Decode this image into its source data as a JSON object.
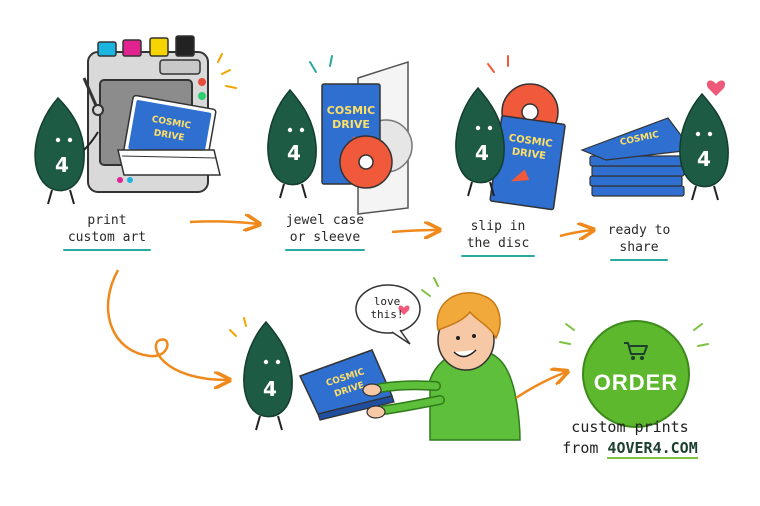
{
  "steps": [
    {
      "line1": "print",
      "line2": "custom art"
    },
    {
      "line1": "jewel case",
      "line2": "or sleeve"
    },
    {
      "line1": "slip in",
      "line2": "the disc"
    },
    {
      "line1": "ready to",
      "line2": "share"
    }
  ],
  "mascot_number": "4",
  "cover_title_line1": "COSMIC",
  "cover_title_line2": "DRIVE",
  "speech": {
    "line1": "love",
    "line2": "this!"
  },
  "order_label": "ORDER",
  "footer": {
    "line1": "custom prints",
    "prefix": "from ",
    "url": "4OVER4.COM"
  },
  "colors": {
    "mascot": "#1d5b45",
    "accent_arrow": "#f0891b",
    "underline": "#2aa9a0",
    "order": "#5db82e",
    "disc": "#f05a3a",
    "cover": "#2e6fd0"
  },
  "icons": [
    "cart-icon",
    "heart-icon"
  ]
}
